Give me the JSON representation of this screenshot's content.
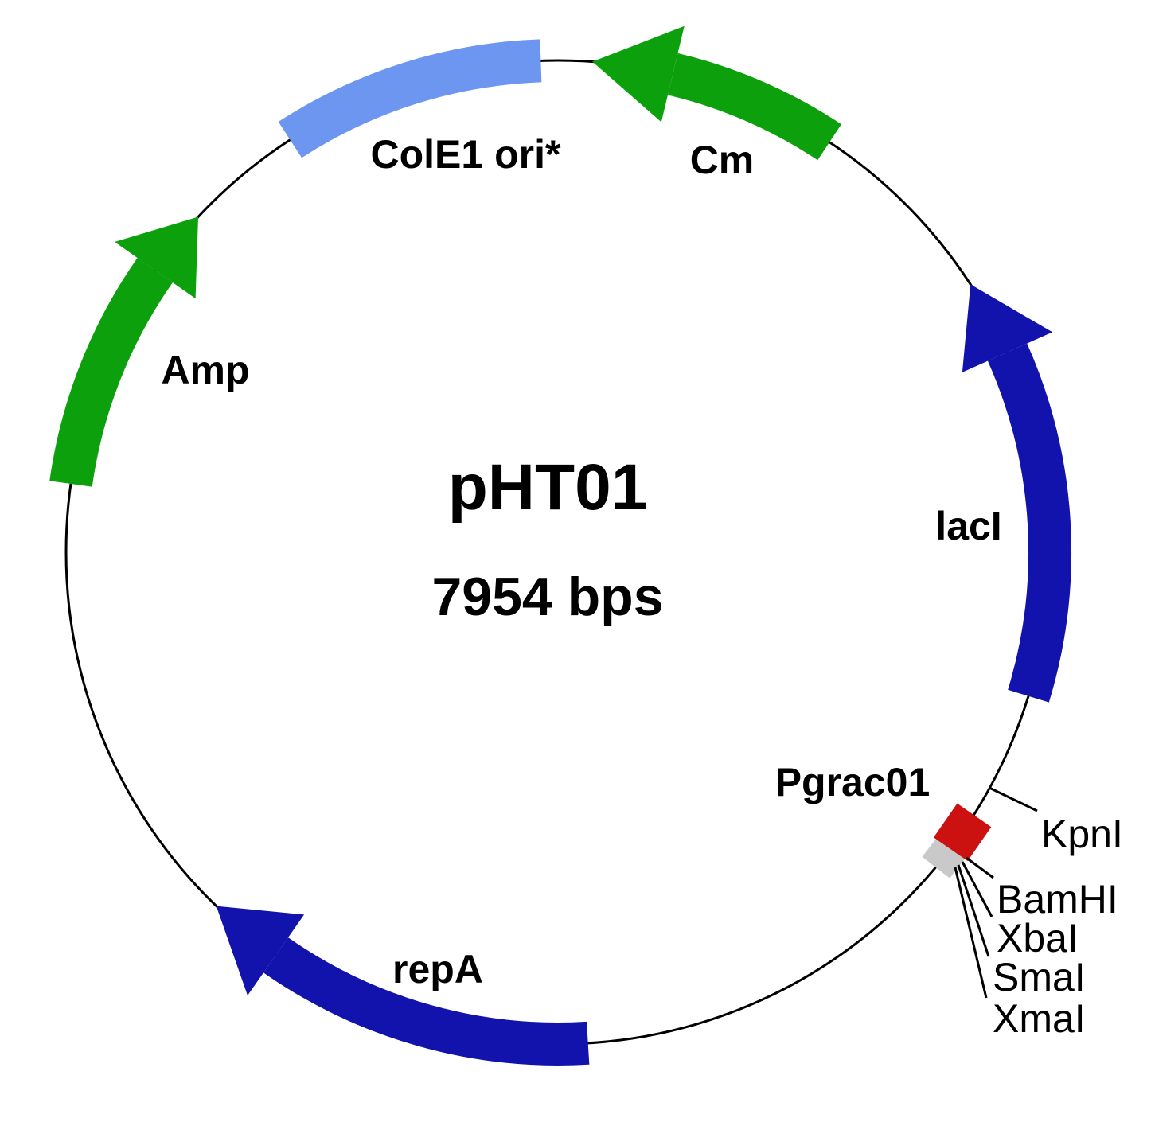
{
  "plasmid": {
    "name": "pHT01",
    "size_label": "7954 bps"
  },
  "backbone": {
    "color": "#000000"
  },
  "features": [
    {
      "id": "cole1-ori",
      "label": "ColE1 ori*",
      "color": "#6D96F0",
      "type": "band",
      "arc_start_deg": 327,
      "arc_end_deg": 358
    },
    {
      "id": "cm",
      "label": "Cm",
      "color": "#0CA00C",
      "type": "arrow",
      "arc_start_deg": 13.5,
      "arc_end_deg": 33.5,
      "head_tip_deg": 4,
      "head_base_deg": 13.5
    },
    {
      "id": "laci",
      "label": "lacI",
      "color": "#1212AC",
      "type": "arrow",
      "arc_start_deg": 66,
      "arc_end_deg": 107,
      "head_tip_deg": 57,
      "head_base_deg": 66
    },
    {
      "id": "repa",
      "label": "repA",
      "color": "#1212AC",
      "type": "arrow",
      "arc_start_deg": 176.5,
      "arc_end_deg": 215,
      "head_tip_deg": 224,
      "head_base_deg": 215
    },
    {
      "id": "amp",
      "label": "Amp",
      "color": "#0CA00C",
      "type": "arrow",
      "arc_start_deg": 278,
      "arc_end_deg": 305,
      "head_tip_deg": 313,
      "head_base_deg": 305
    }
  ],
  "markers": [
    {
      "id": "mcs",
      "label": "",
      "color": "#C9C9C9",
      "angle_deg": 127.8,
      "size": 44
    },
    {
      "id": "pgrac01",
      "label": "Pgrac01",
      "color": "#CC1111",
      "angle_deg": 124.7,
      "size": 52
    }
  ],
  "sites": [
    {
      "name": "KpnI",
      "line": [
        1243,
        990,
        1303,
        1019
      ]
    },
    {
      "name": "BamHI",
      "line": [
        1214,
        1078,
        1248,
        1103
      ]
    },
    {
      "name": "XbaI",
      "line": [
        1209,
        1083,
        1246,
        1152
      ]
    },
    {
      "name": "SmaI",
      "line": [
        1204,
        1087,
        1242,
        1202
      ]
    },
    {
      "name": "XmaI",
      "line": [
        1200,
        1090,
        1239,
        1254
      ]
    }
  ]
}
